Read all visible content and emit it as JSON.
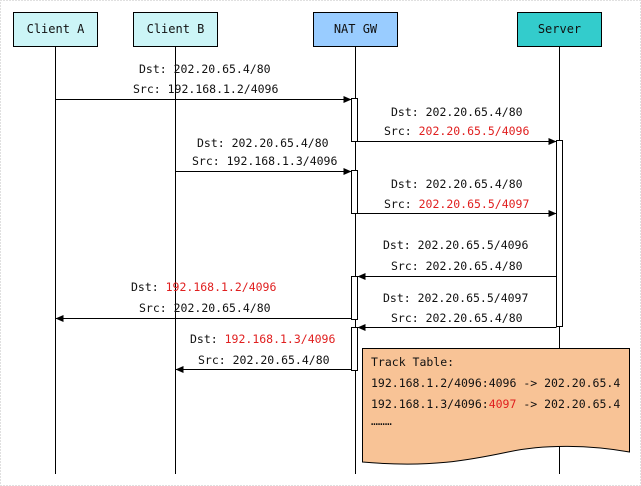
{
  "participants": [
    {
      "key": "client_a",
      "label": "Client A",
      "fill": "#ccf5f7"
    },
    {
      "key": "client_b",
      "label": "Client B",
      "fill": "#ccf5f7"
    },
    {
      "key": "nat_gw",
      "label": "NAT GW",
      "fill": "#99ccff"
    },
    {
      "key": "server",
      "label": "Server",
      "fill": "#33cccc"
    }
  ],
  "messages": [
    {
      "dst_prefix": "Dst: ",
      "dst_value": "202.20.65.4/80",
      "src_prefix": "Src: ",
      "src_value": "192.168.1.2/4096",
      "highlight": "none"
    },
    {
      "dst_prefix": "Dst: ",
      "dst_value": "202.20.65.4/80",
      "src_prefix": "Src: ",
      "src_value": "202.20.65.5/4096",
      "highlight": "src"
    },
    {
      "dst_prefix": "Dst: ",
      "dst_value": "202.20.65.4/80",
      "src_prefix": "Src: ",
      "src_value": "192.168.1.3/4096",
      "highlight": "none"
    },
    {
      "dst_prefix": "Dst: ",
      "dst_value": "202.20.65.4/80",
      "src_prefix": "Src: ",
      "src_value": "202.20.65.5/4097",
      "highlight": "src"
    },
    {
      "dst_prefix": "Dst: ",
      "dst_value": "202.20.65.5/4096",
      "src_prefix": "Src: ",
      "src_value": "202.20.65.4/80",
      "highlight": "none"
    },
    {
      "dst_prefix": "Dst: ",
      "dst_value": "192.168.1.2/4096",
      "src_prefix": "Src: ",
      "src_value": "202.20.65.4/80",
      "highlight": "dst"
    },
    {
      "dst_prefix": "Dst: ",
      "dst_value": "202.20.65.5/4097",
      "src_prefix": "Src: ",
      "src_value": "202.20.65.4/80",
      "highlight": "none"
    },
    {
      "dst_prefix": "Dst: ",
      "dst_value": "192.168.1.3/4096",
      "src_prefix": "Src: ",
      "src_value": "202.20.65.4/80",
      "highlight": "dst"
    }
  ],
  "track_table": {
    "title": "Track Table:",
    "row1": "192.168.1.2/4096:4096 -> 202.20.65.4",
    "row2_before": "192.168.1.3/4096:",
    "row2_red": "4097",
    "row2_after": " -> 202.20.65.4",
    "ellipsis": "………"
  },
  "colors": {
    "highlight": "#e01f1f",
    "note_fill": "#f8c396",
    "lifeline": "#000000",
    "grid": "#c0c0c0"
  }
}
